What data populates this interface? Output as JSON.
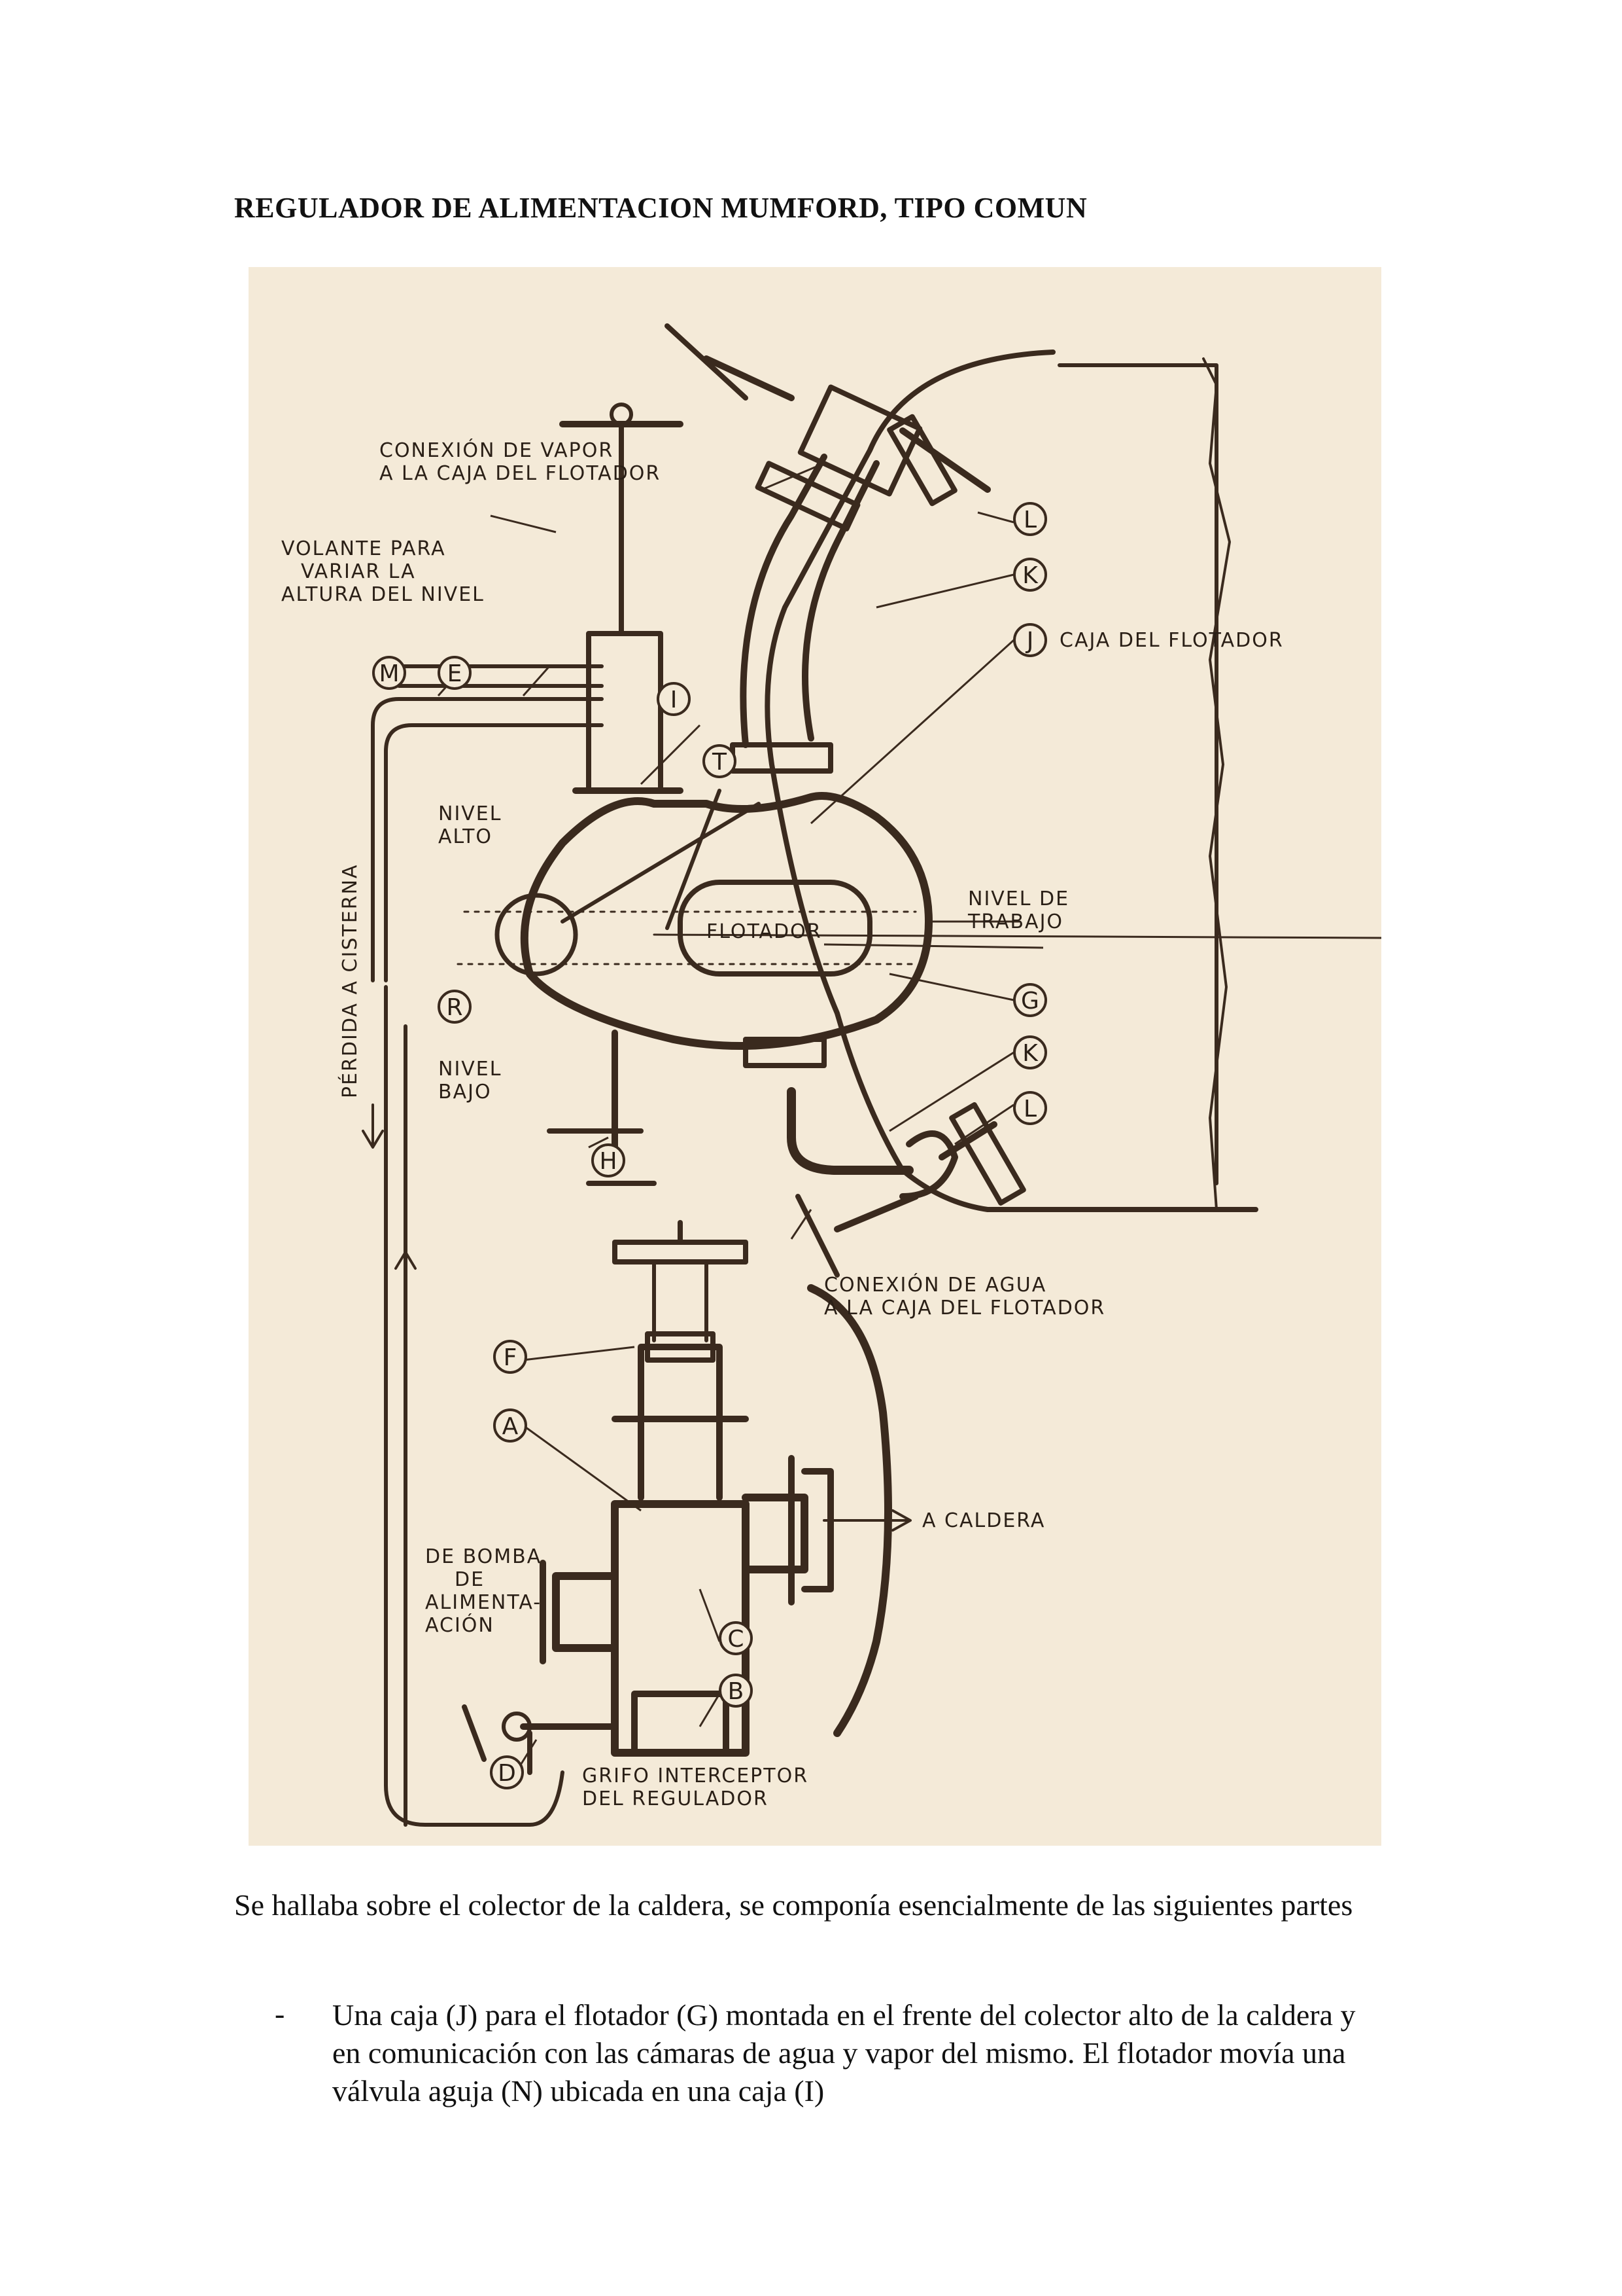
{
  "document": {
    "title": "REGULADOR DE ALIMENTACION MUMFORD, TIPO COMUN",
    "intro": "Se hallaba sobre el colector de la caldera, se componía esencialmente de las siguientes partes",
    "bullets": [
      {
        "marker": "-",
        "text": "Una caja (J) para el flotador (G) montada en el frente del colector alto de la caldera y en comunicación con las cámaras de agua y vapor del mismo. El flotador movía una válvula aguja (N)  ubicada en una caja (I)"
      }
    ]
  },
  "figure": {
    "labels": {
      "steam_connection_1": "CONEXIÓN DE VAPOR",
      "steam_connection_2": "A LA CAJA DEL FLOTADOR",
      "handwheel_1": "VOLANTE PARA",
      "handwheel_2": "VARIAR LA",
      "handwheel_3": "ALTURA DEL NIVEL",
      "float_box": "CAJA DEL FLOTADOR",
      "high_level_1": "NIVEL",
      "high_level_2": "ALTO",
      "working_level_1": "NIVEL DE",
      "working_level_2": "TRABAJO",
      "float": "FLOTADOR",
      "low_level_1": "NIVEL",
      "low_level_2": "BAJO",
      "cistern_loss": "PÉRDIDA A CISTERNA",
      "water_connection_1": "CONEXIÓN DE AGUA",
      "water_connection_2": "A LA CAJA DEL FLOTADOR",
      "to_boiler": "A CALDERA",
      "from_pump_1": "DE BOMBA",
      "from_pump_2": "DE",
      "from_pump_3": "ALIMENTA-",
      "from_pump_4": "ACIÓN",
      "stop_cock_1": "GRIFO INTERCEPTOR",
      "stop_cock_2": "DEL REGULADOR"
    },
    "callouts": {
      "L_top": "L",
      "K_top": "K",
      "J": "J",
      "I": "I",
      "T": "T",
      "M": "M",
      "E": "E",
      "R": "R",
      "G": "G",
      "K_bottom": "K",
      "L_bottom": "L",
      "H": "H",
      "F": "F",
      "A": "A",
      "C": "C",
      "B": "B",
      "D": "D"
    }
  }
}
